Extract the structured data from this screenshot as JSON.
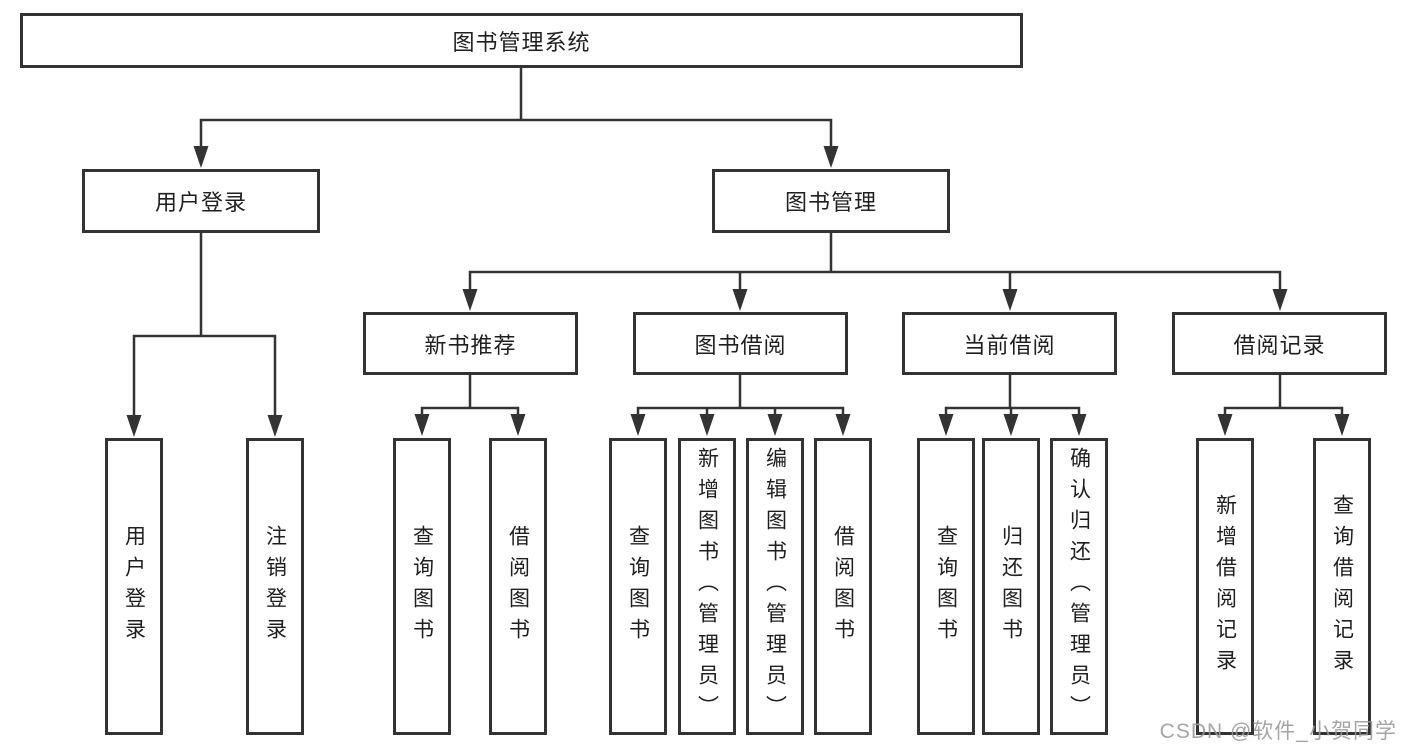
{
  "tree": {
    "root": {
      "label": "图书管理系统"
    },
    "branches": [
      {
        "label": "用户登录",
        "leaves": [
          {
            "label": "用户登录"
          },
          {
            "label": "注销登录"
          }
        ]
      },
      {
        "label": "图书管理",
        "groups": [
          {
            "label": "新书推荐",
            "leaves": [
              {
                "label": "查询图书"
              },
              {
                "label": "借阅图书"
              }
            ]
          },
          {
            "label": "图书借阅",
            "leaves": [
              {
                "label": "查询图书"
              },
              {
                "label": "新增图书（管理员）"
              },
              {
                "label": "编辑图书（管理员）"
              },
              {
                "label": "借阅图书"
              }
            ]
          },
          {
            "label": "当前借阅",
            "leaves": [
              {
                "label": "查询图书"
              },
              {
                "label": "归还图书"
              },
              {
                "label": "确认归还（管理员）"
              }
            ]
          },
          {
            "label": "借阅记录",
            "leaves": [
              {
                "label": "新增借阅记录"
              },
              {
                "label": "查询借阅记录"
              }
            ]
          }
        ]
      }
    ]
  },
  "watermark": {
    "text": "CSDN @软件_小贺同学"
  },
  "colors": {
    "box_border": "#333333",
    "connector_line": "#333333",
    "arrowhead": "#333333",
    "text": "#1f1f1f",
    "watermark_text": "#989898",
    "background": "#ffffff"
  }
}
